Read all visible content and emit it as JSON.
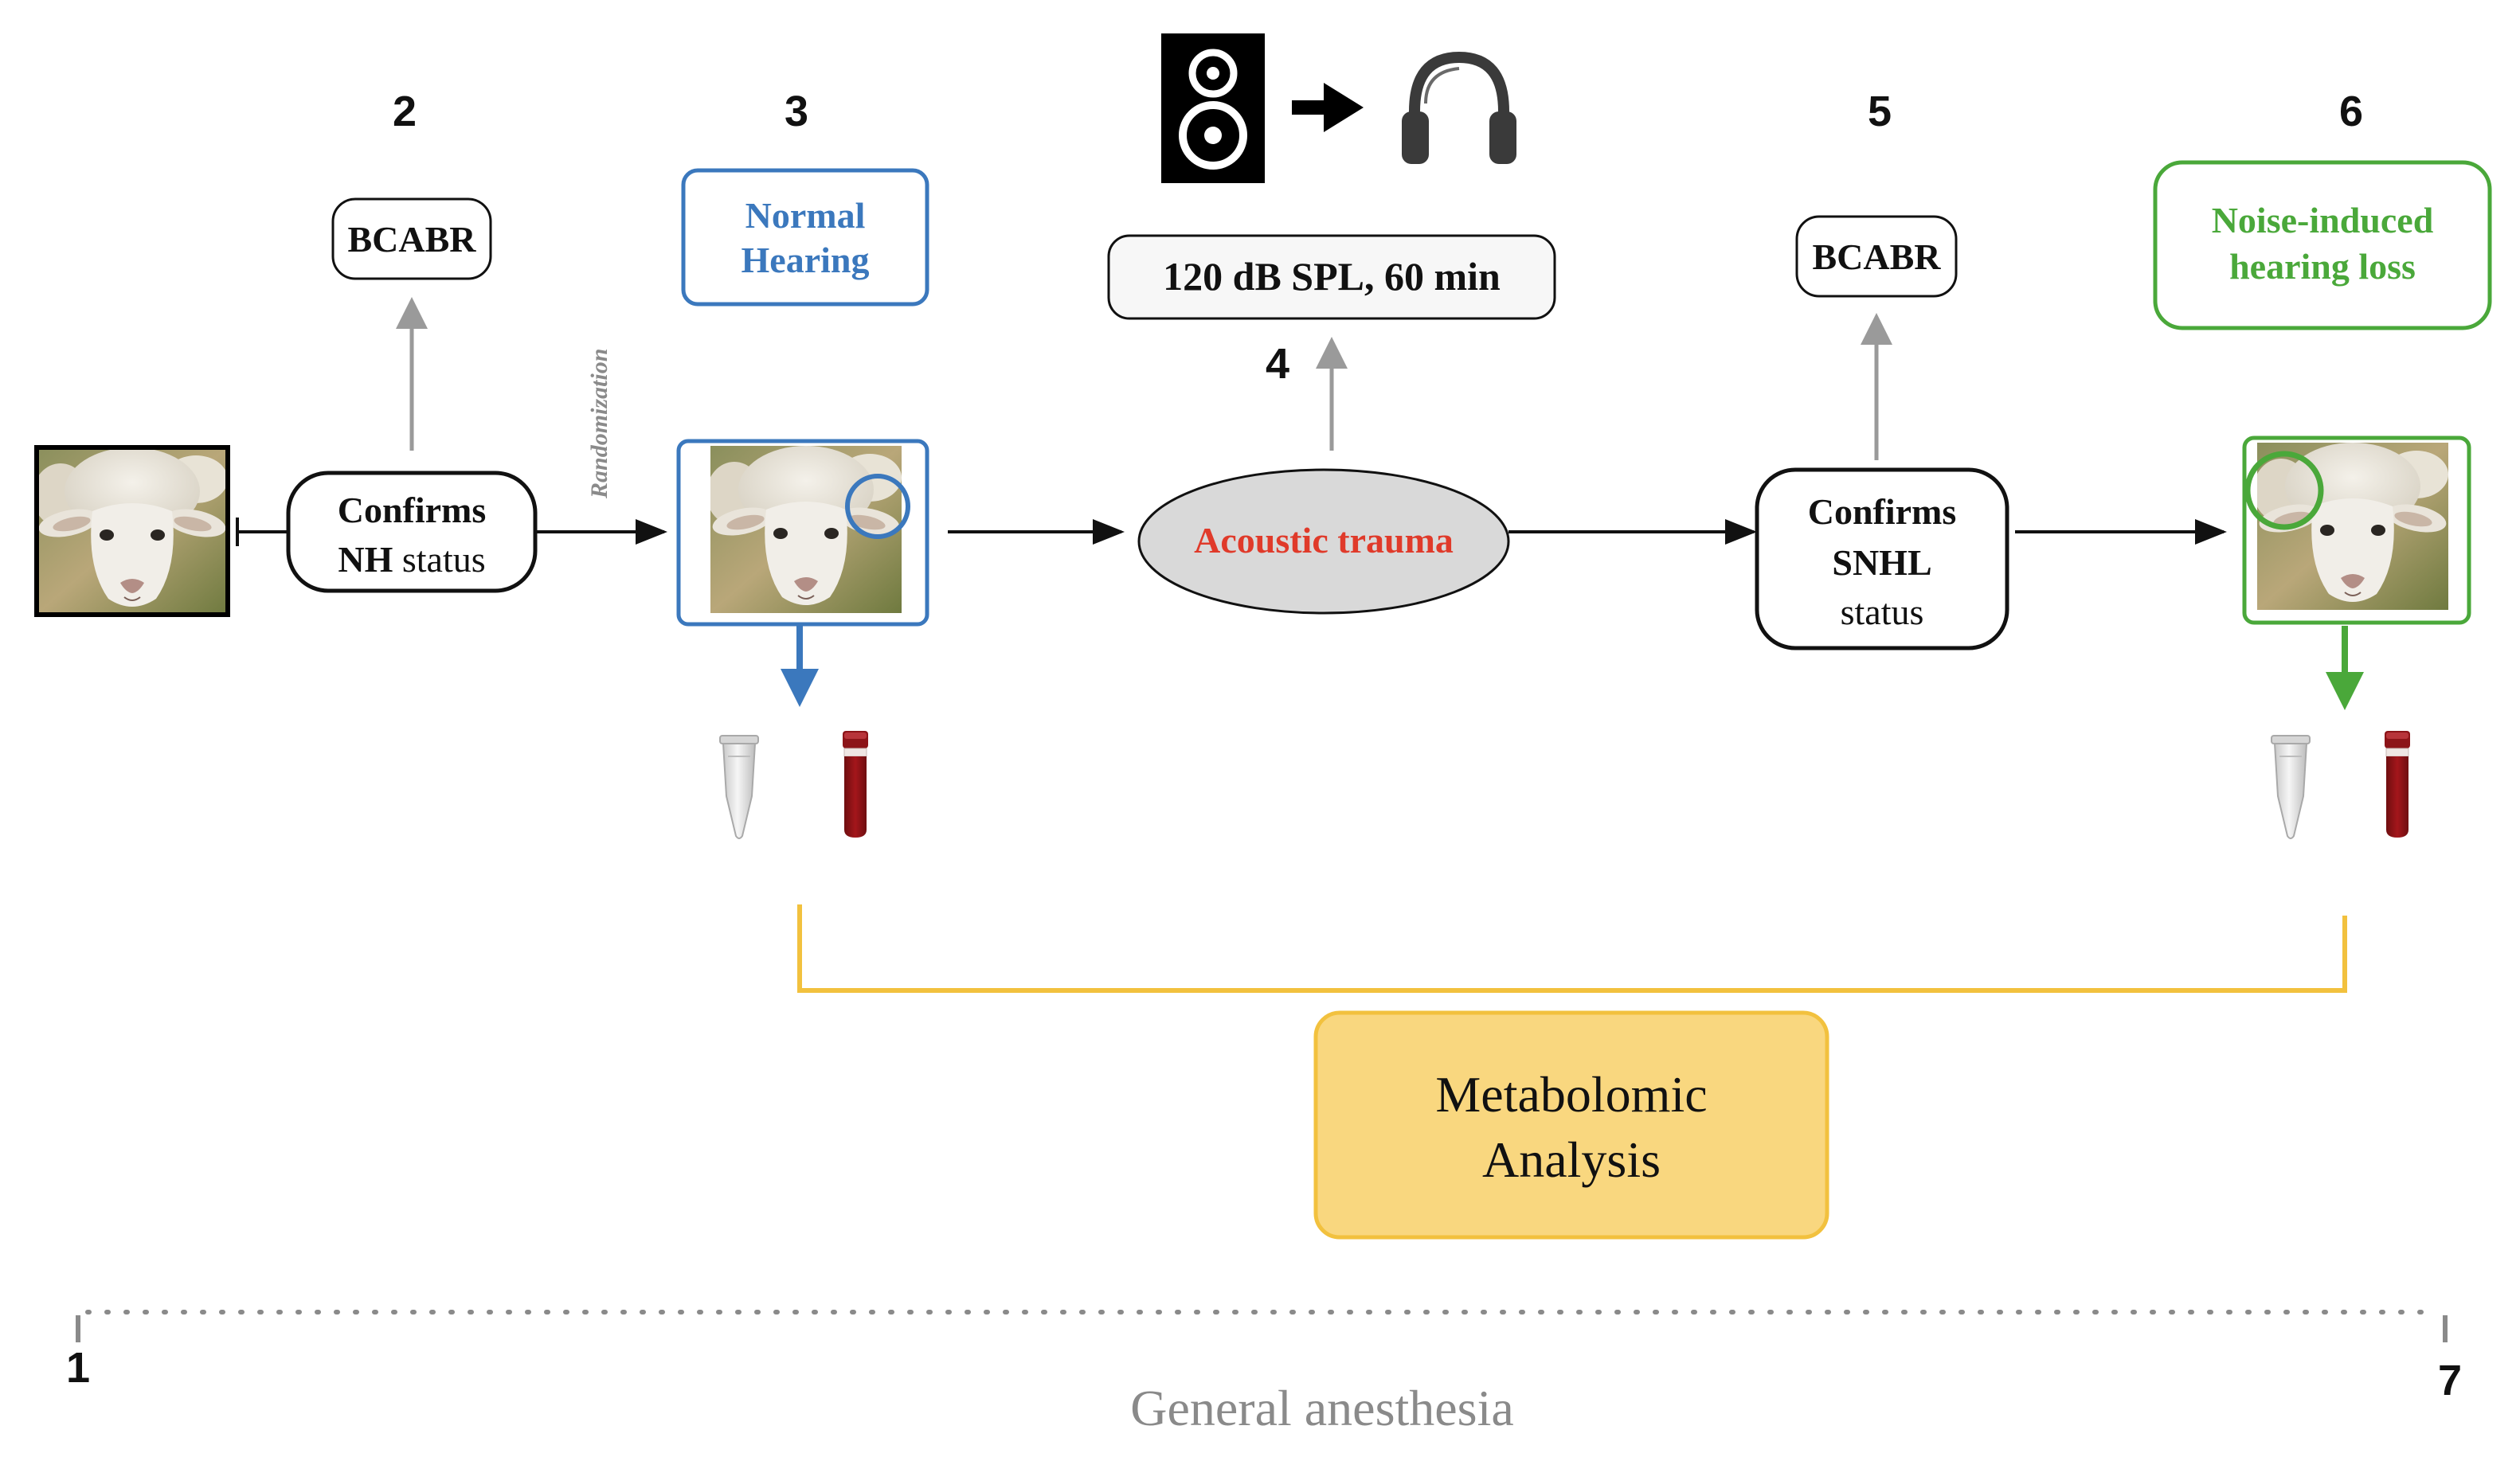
{
  "steps": {
    "s1": "1",
    "s2": "2",
    "s3": "3",
    "s4": "4",
    "s5": "5",
    "s6": "6",
    "s7": "7"
  },
  "labels": {
    "confirms_nh_line1": "Confirms",
    "confirms_nh_line2_bold": "NH",
    "confirms_nh_line2_plain": " status",
    "bcabr_left": "BCABR",
    "bcabr_right": "BCABR",
    "randomization": "Randomization",
    "normal_hearing_line1": "Normal",
    "normal_hearing_line2": "Hearing",
    "exposure": "120 dB SPL, 60 min",
    "acoustic_trauma": "Acoustic trauma",
    "confirms_snhl_line1": "Confirms",
    "confirms_snhl_line2": "SNHL",
    "confirms_snhl_line3": "status",
    "nihl_line1": "Noise-induced",
    "nihl_line2": "hearing loss",
    "metabolomic_line1": "Metabolomic",
    "metabolomic_line2": "Analysis",
    "general_anesthesia": "General anesthesia"
  },
  "icons": {
    "speaker": "speaker-icon",
    "arrow": "right-arrow-icon",
    "headphones": "headphones-icon",
    "sheep": "sheep-photo",
    "tube": "microcentrifuge-tube-icon",
    "blood": "blood-tube-icon"
  },
  "colors": {
    "blue": "#3b78bd",
    "green": "#4aa83a",
    "red": "#e03a2a",
    "gold": "#f2c13e",
    "gold_fill": "#f9d77f",
    "gray_arrow": "#9a9a9a",
    "ellipse_fill": "#d9d9d9",
    "timeline_gray": "#8a8a8a"
  }
}
